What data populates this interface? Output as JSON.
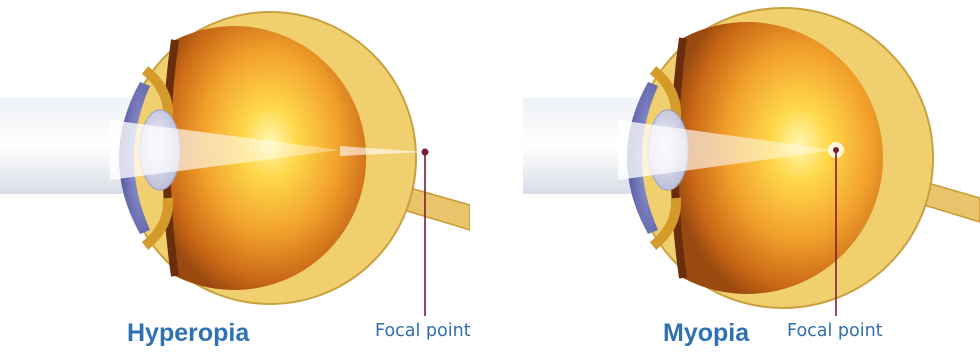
{
  "diagrams": [
    {
      "title": "Hyperopia",
      "focal_label": "Focal point"
    },
    {
      "title": "Myopia",
      "focal_label": "Focal point"
    }
  ],
  "colors": {
    "title": "#2e72b4",
    "caption": "#2f6fae",
    "pointer_line": "#7a1f35",
    "sclera": "#e9c46a",
    "retina_glow": "#ffd84a",
    "iris": "#5b5ca8"
  },
  "icons": {
    "eye": "eye-cross-section-illustration",
    "focus": "focal-point-marker"
  }
}
